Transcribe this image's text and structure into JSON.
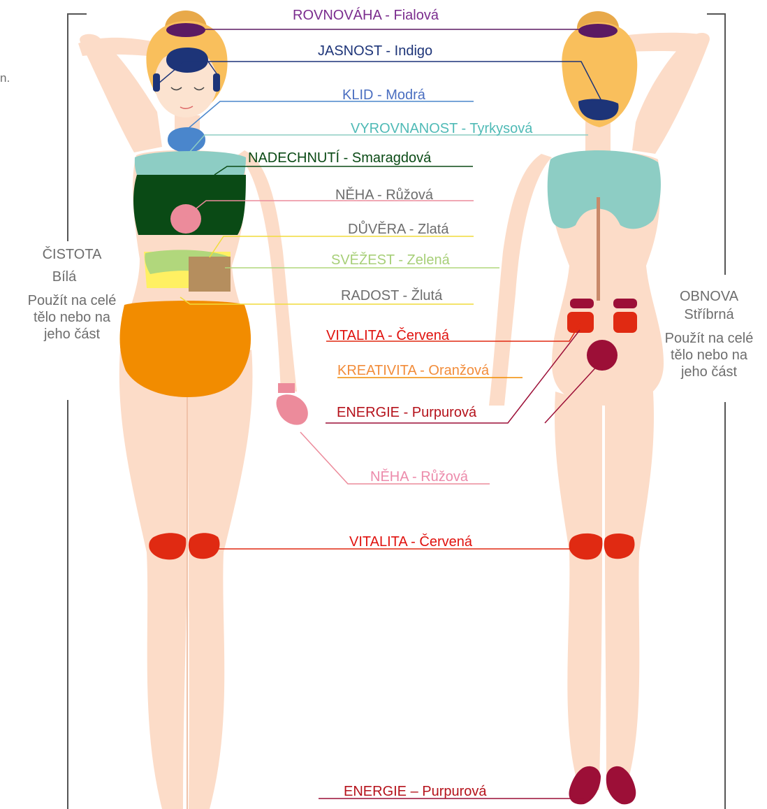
{
  "corner_fragment": "n.",
  "colors": {
    "skin": "#fcdcc8",
    "hair": "#f9bf5c",
    "violet": "#5b1a63",
    "indigo": "#1d3478",
    "blue": "#4a86cc",
    "turquoise": "#8dcdc4",
    "emerald": "#0a4a15",
    "pink": "#ec8b9b",
    "gold": "#f1dc3a",
    "green": "#b1d77c",
    "yellow": "#fff062",
    "red": "#e02a12",
    "orange": "#f28c00",
    "purple": "#9c0f37",
    "grey": "#6d6d6d"
  },
  "labels": {
    "rovnovaha": "ROVNOVÁHA - Fialová",
    "jasnost": "JASNOST - Indigo",
    "klid": "KLID - Modrá",
    "vyrovnanost": "VYROVNANOST - Tyrkysová",
    "nadechnuti": "NADECHNUTÍ -  Smaragdová",
    "neha": "NĚHA - Růžová",
    "duvera": "DŮVĚRA - Zlatá",
    "svezest": "SVĚŽEST - Zelená",
    "radost": "RADOST - Žlutá",
    "vitalita": "VITALITA - Červená",
    "kreativita": "KREATIVITA - Oranžová",
    "energie": "ENERGIE - Purpurová",
    "neha_hand": "NĚHA - Růžová",
    "vitalita_knee": "VITALITA - Červená",
    "energie_feet": "ENERGIE – Purpurová"
  },
  "left_side": {
    "title": "ČISTOTA",
    "subtitle": "Bílá",
    "note_lines": [
      "Použít na celé",
      "tělo nebo na",
      "jeho část"
    ]
  },
  "right_side": {
    "title": "OBNOVA",
    "subtitle": "Stříbrná",
    "note_lines": [
      "Použít na celé",
      "tělo nebo na",
      "jeho část"
    ]
  }
}
